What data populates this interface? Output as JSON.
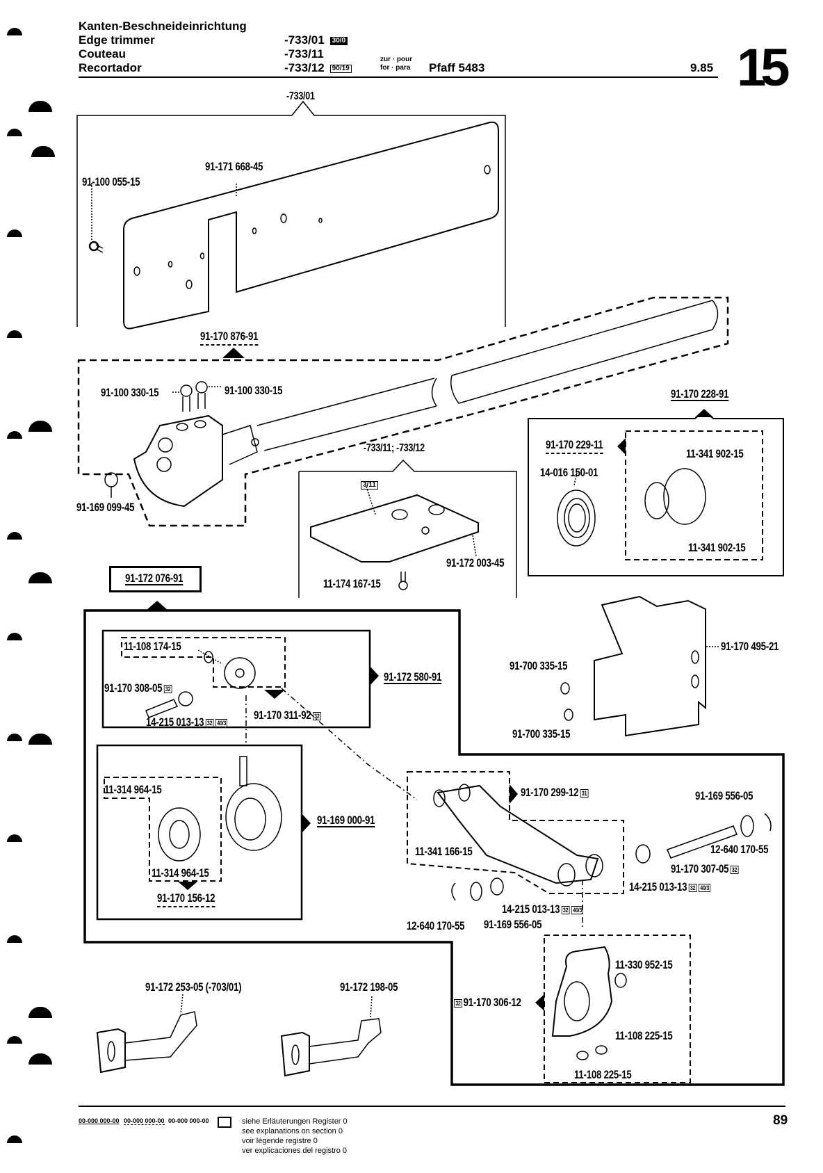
{
  "header": {
    "titles": [
      "Kanten-Beschneideinrichtung",
      "Edge trimmer",
      "Couteau",
      "Recortador"
    ],
    "variants": [
      {
        "code": "-733/01",
        "badge": "30/0",
        "badge_style": "inverted"
      },
      {
        "code": "-733/11",
        "badge": "",
        "badge_style": ""
      },
      {
        "code": "-733/12",
        "badge": "90/19",
        "badge_style": "boxed"
      }
    ],
    "for_label_line1": "zur · pour",
    "for_label_line2": "for · para",
    "machine": "Pfaff 5483",
    "date": "9.85",
    "section_number": "15"
  },
  "groups": {
    "top_plate_variant": "-733/01",
    "sub_plate_variant": "-733/11; -733/12"
  },
  "parts": {
    "screw_plate": "91-100 055-15",
    "plate": "91-171 668-45",
    "shaft_assembly": "91-170 876-91",
    "screw_left": "91-100 330-15",
    "screw_right": "91-100 330-15",
    "pin": "91-169 099-45",
    "bearing_assembly": "91-170 228-91",
    "bushing_assembly": "91-170 229-11",
    "ball_bearing": "14-016 150-01",
    "set_screw_top": "11-341 902-15",
    "set_screw_bottom": "11-341 902-15",
    "sub_plate_ref_badge": "3/11",
    "sub_plate": "91-172 003-45",
    "sub_plate_screw": "11-174 167-15",
    "main_assembly": "91-172 076-91",
    "lever_screw": "11-108 174-15",
    "roller_pin": "91-170 308-05",
    "roller_pin_badge": "32",
    "needle_bearing_a": "14-215 013-13",
    "needle_bearing_a_badges": [
      "32",
      "40/3"
    ],
    "crank_assembly": "91-170 311-92",
    "crank_badge": "32",
    "crank_group": "91-172 580-91",
    "collar_screw_a": "11-314 964-15",
    "collar_screw_b": "11-314 964-15",
    "collar_assembly": "91-170 156-12",
    "eccentric_group": "91-169 000-91",
    "guard_screw_a": "91-700 335-15",
    "guard_screw_b": "91-700 335-15",
    "guard": "91-170 495-21",
    "arm_assembly": "91-170 299-12",
    "arm_badge": "31",
    "arm_set_screw": "11-341 166-15",
    "washer_right": "91-169 556-05",
    "retaining_ring_right": "12-640 170-55",
    "arm_pin": "91-170 307-05",
    "arm_pin_badge": "32",
    "needle_bearing_b": "14-215 013-13",
    "needle_bearing_b_badges": [
      "32",
      "40/3"
    ],
    "needle_bearing_c": "14-215 013-13",
    "needle_bearing_c_badges": [
      "32",
      "40/3"
    ],
    "retaining_ring_left": "12-640 170-55",
    "washer_left": "91-169 556-05",
    "clamp_assembly": "91-170 306-12",
    "clamp_badge": "32",
    "clamp_set_screw": "11-330 952-15",
    "clamp_screw_a": "11-108 225-15",
    "clamp_screw_b": "11-108 225-15",
    "knife_a": "91-172 253-05 (-703/01)",
    "knife_b": "91-172 198-05"
  },
  "legend": {
    "sample_solid": "00-000 000-00",
    "sample_dashed": "00-000 000-00",
    "sample_plain": "00-000 000-00",
    "lines": [
      "siehe Erläuterungen Register 0",
      "see explanations on section 0",
      "voir légende registre 0",
      "ver explicaciones del registro 0"
    ]
  },
  "page_number": "89"
}
